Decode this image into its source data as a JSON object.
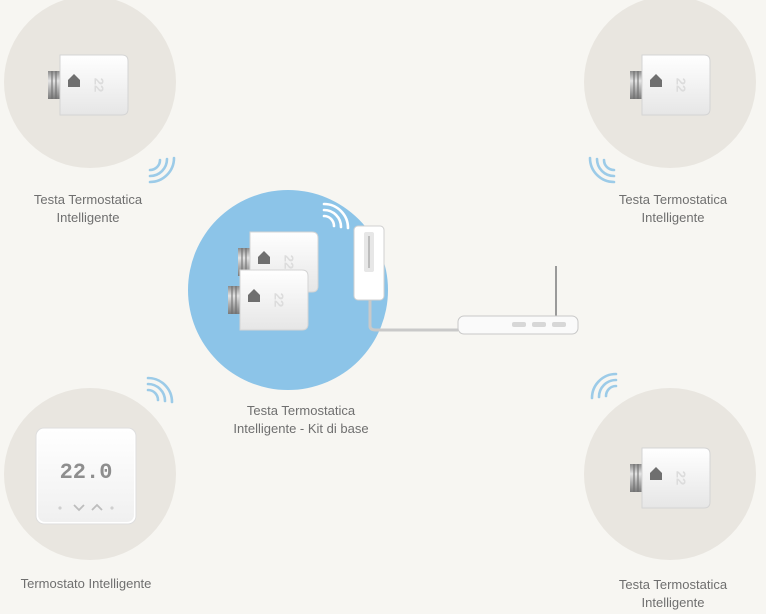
{
  "labels": {
    "tl_line1": "Testa Termostatica",
    "tl_line2": "Intelligente",
    "tr_line1": "Testa Termostatica",
    "tr_line2": "Intelligente",
    "center_line1": "Testa Termostatica",
    "center_line2": "Intelligente - Kit di base",
    "bl_line1": "Termostato Intelligente",
    "br_line1": "Testa Termostatica",
    "br_line2": "Intelligente"
  },
  "device_text": {
    "thermostat_temp": "22.0",
    "head_temp": "22"
  },
  "colors": {
    "background": "#f7f6f2",
    "device_circle": "#e9e6e0",
    "kit_circle": "#8cc4e8",
    "label_text": "#6f6f6f",
    "wifi": "#9ccbe8"
  }
}
